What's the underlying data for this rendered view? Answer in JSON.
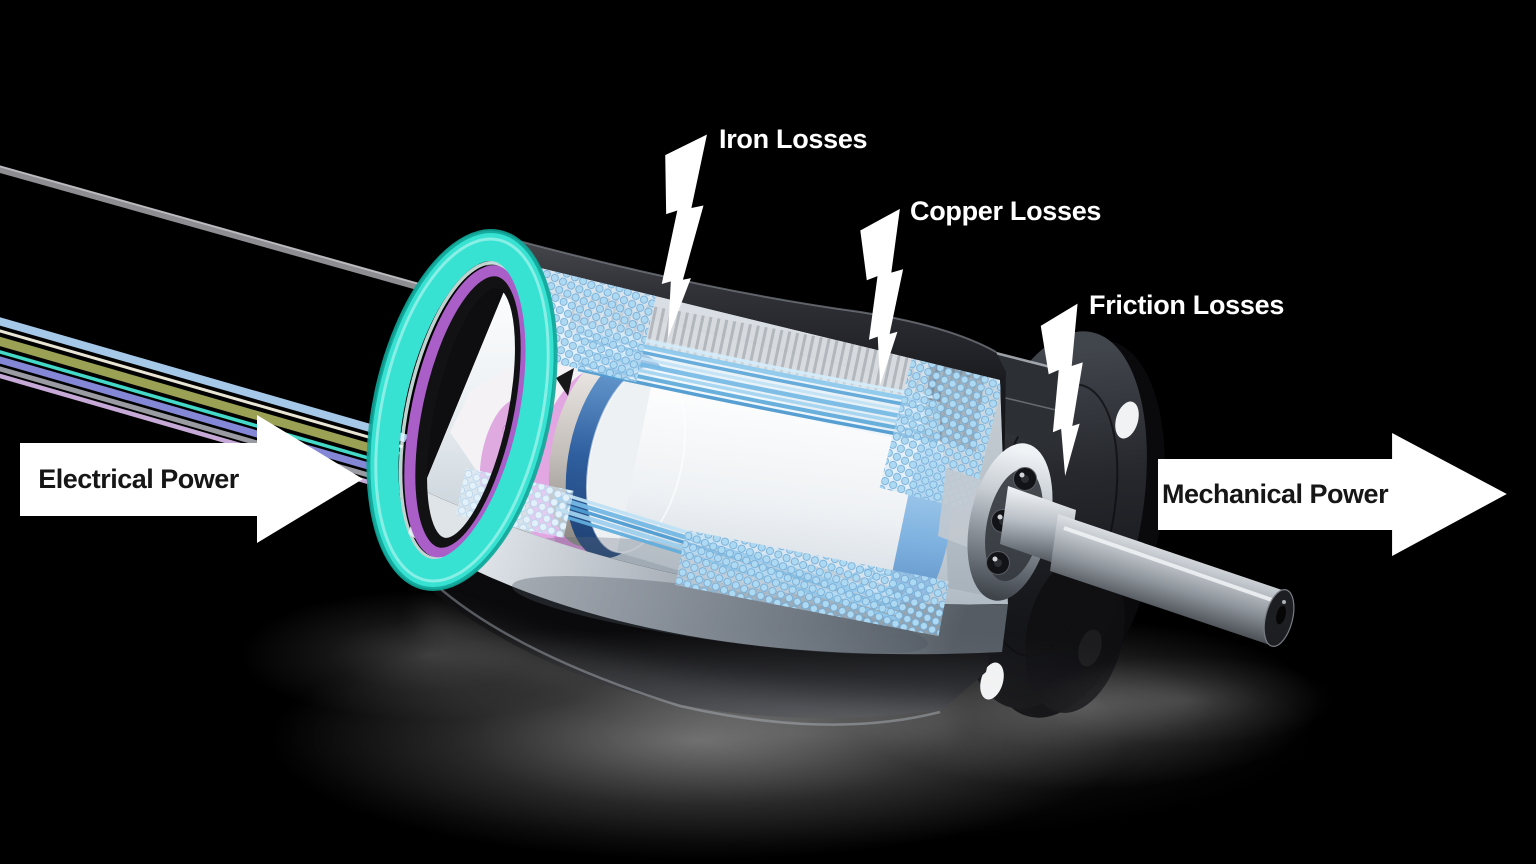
{
  "diagram": {
    "subject": "Electric motor cutaway showing power flow and losses",
    "loss_labels": {
      "iron": "Iron Losses",
      "copper": "Copper Losses",
      "friction": "Friction Losses"
    },
    "power_flow": {
      "input": "Electrical Power",
      "output": "Mechanical Power"
    },
    "icons": {
      "loss_indicator": "lightning-bolt",
      "flow_indicator": "right-arrow"
    },
    "colors": {
      "background": "#000000",
      "label_text": "#ffffff",
      "arrow_fill": "#ffffff",
      "arrow_text": "#161616",
      "bolt_fill": "#ffffff",
      "teal_ring": "#38e2d2",
      "purple_ring": "#a95fc7",
      "winding_blue": "#7cc0e6",
      "bead_blue": "#aed9f3",
      "rotor_band_blue": "#2f5f9f",
      "pink_internal": "#e0a5e0"
    }
  }
}
